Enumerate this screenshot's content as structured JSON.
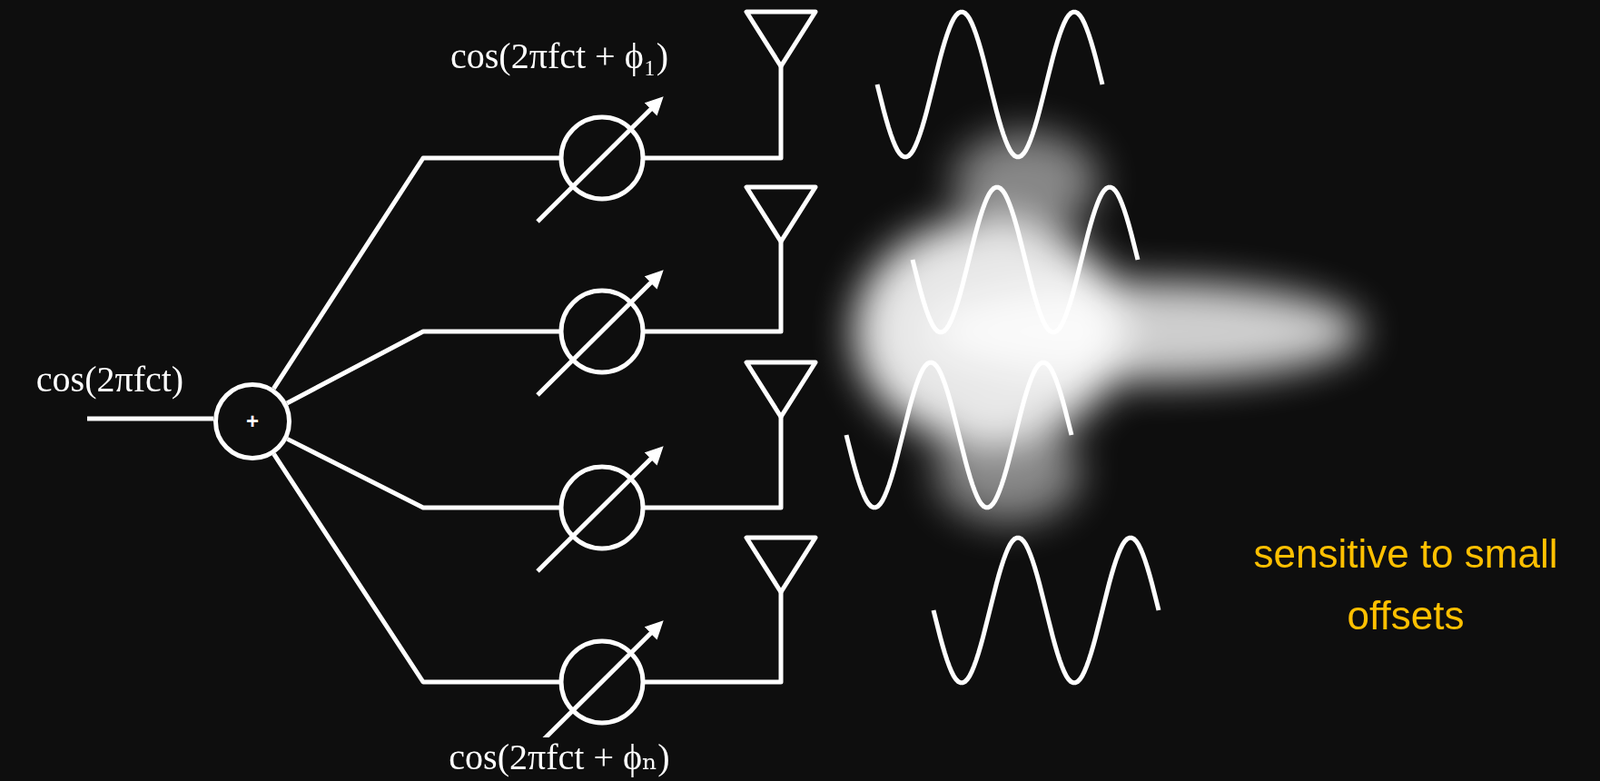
{
  "diagram": {
    "nodes": [
      {
        "text": [
          "+"
        ]
      }
    ],
    "labels": [
      "cos(2πfct)",
      "cos(2πfct + ϕ₁)",
      "cos(2πfct + ϕₙ)",
      "sensitive to small offsets"
    ]
  }
}
